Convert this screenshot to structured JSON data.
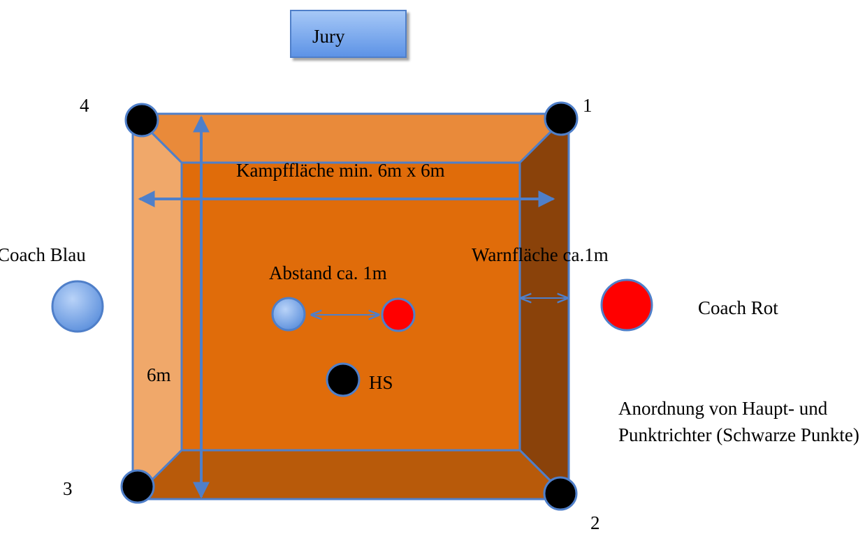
{
  "jury": {
    "label": "Jury"
  },
  "corners": {
    "c1": "1",
    "c2": "2",
    "c3": "3",
    "c4": "4"
  },
  "labels": {
    "kampfflaeche": "Kampffläche min. 6m x 6m",
    "coach_blau": "Coach Blau",
    "coach_rot": "Coach Rot",
    "warnflaeche": "Warnfläche ca.1m",
    "abstand": "Abstand ca. 1m",
    "hs": "HS",
    "six_m": "6m"
  },
  "note": "Anordnung von Haupt- und Punktrichter (Schwarze Punkte)",
  "colors": {
    "mat_center": "#e06c0a",
    "mat_top": "#e98a3a",
    "mat_left": "#f0a86a",
    "mat_right": "#8a420a",
    "mat_bottom": "#b85a0a",
    "outline": "#4f7fc9",
    "blue": "#6c9be0",
    "red": "#ff0000",
    "black": "#000000"
  }
}
